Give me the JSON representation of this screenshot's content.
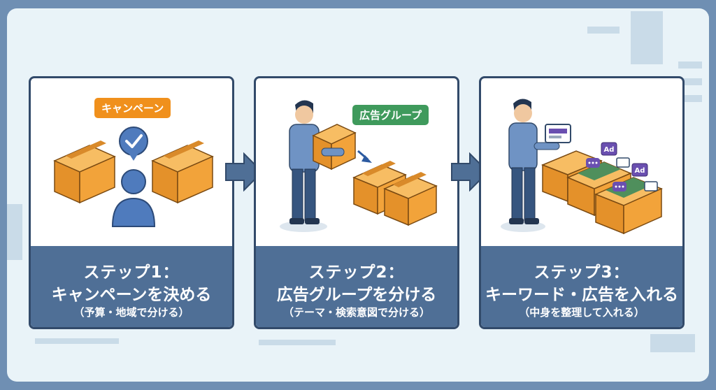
{
  "steps": [
    {
      "title": "ステップ1：",
      "subtitle": "キャンペーンを決める",
      "note": "（予算・地域で分ける）",
      "tag": "キャンペーン"
    },
    {
      "title": "ステップ2：",
      "subtitle": "広告グループを分ける",
      "note": "（テーマ・検索意図で分ける）",
      "tag": "広告グループ"
    },
    {
      "title": "ステップ3：",
      "subtitle": "キーワード・広告を入れる",
      "note": "（中身を整理して入れる）",
      "ad_label": "Ad"
    }
  ],
  "colors": {
    "background": "#6f8fb3",
    "panel_border": "#324a6a",
    "caption_bg": "#4f6f96",
    "campaign_tag": "#f0901c",
    "adgroup_tag": "#3f9a5c",
    "box": "#f2a33a",
    "arrow": "#4f6f96"
  }
}
